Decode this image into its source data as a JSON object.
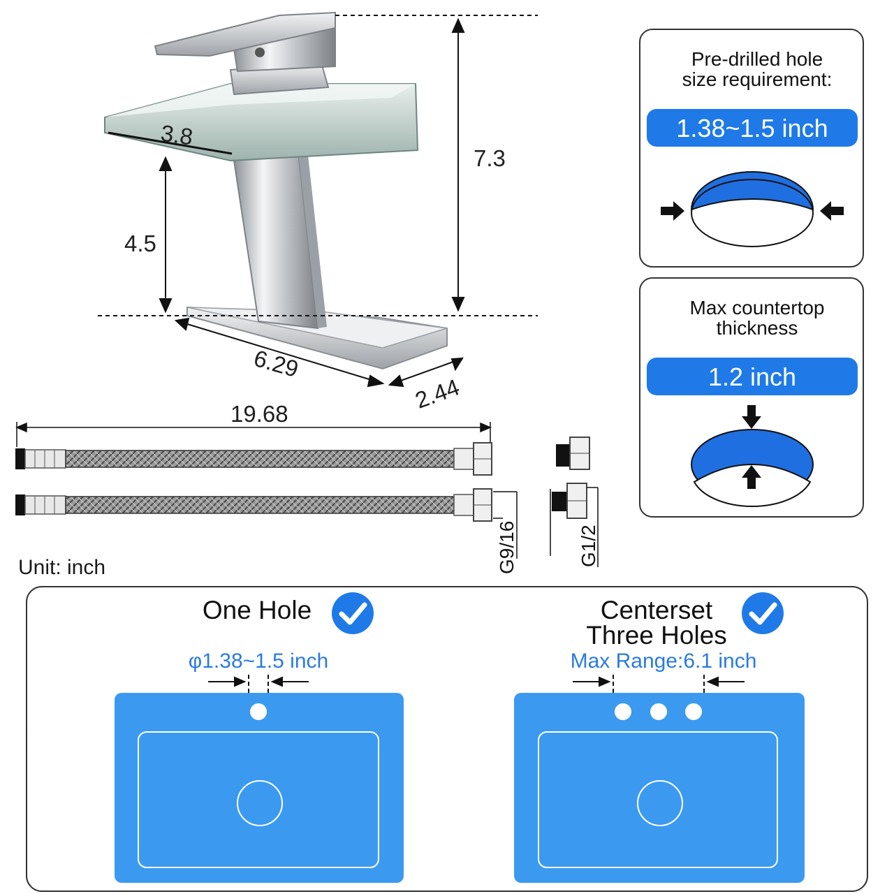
{
  "faucet": {
    "dimensions": {
      "spout_width": "3.8",
      "total_height": "7.3",
      "spout_height": "4.5",
      "base_length": "6.29",
      "base_width": "2.44"
    }
  },
  "hoses": {
    "length": "19.68",
    "thread_hose": "G9/16",
    "thread_adapter": "G1/2"
  },
  "unit_label": "Unit: inch",
  "hole_card": {
    "title_line1": "Pre-drilled hole",
    "title_line2": "size requirement:",
    "value": "1.38~1.5 inch"
  },
  "thickness_card": {
    "title_line1": "Max countertop",
    "title_line2": "thickness",
    "value": "1.2 inch"
  },
  "installation": {
    "one_hole": {
      "title": "One Hole",
      "spec": "φ1.38~1.5 inch"
    },
    "three_holes": {
      "title_line1": "Centerset",
      "title_line2": "Three Holes",
      "spec": "Max Range:6.1 inch"
    }
  },
  "colors": {
    "accent": "#1f7ae8",
    "sink": "#3b9af0",
    "chrome": "#d9dbde"
  }
}
